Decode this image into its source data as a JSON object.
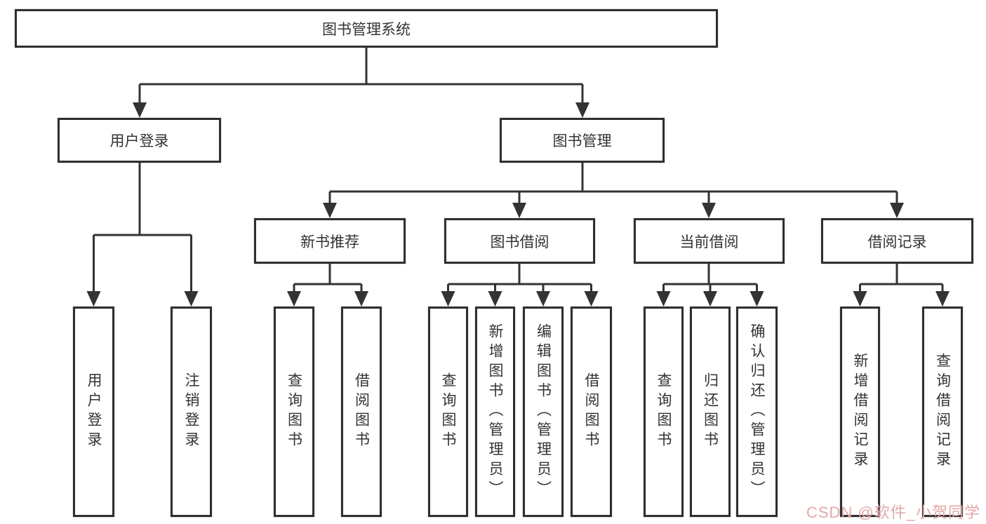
{
  "diagram": {
    "title": "图书管理系统",
    "root": {
      "label": "图书管理系统"
    },
    "level2": [
      {
        "label": "用户登录"
      },
      {
        "label": "图书管理"
      }
    ],
    "level3": [
      {
        "label": "新书推荐"
      },
      {
        "label": "图书借阅"
      },
      {
        "label": "当前借阅"
      },
      {
        "label": "借阅记录"
      }
    ],
    "leaves": {
      "login": [
        "用户登录",
        "注销登录"
      ],
      "newbook": [
        "查询图书",
        "借阅图书"
      ],
      "borrow": [
        "查询图书",
        "新增图书（管理员）",
        "编辑图书（管理员）",
        "借阅图书"
      ],
      "current": [
        "查询图书",
        "归还图书",
        "确认归还（管理员）"
      ],
      "records": [
        "新增借阅记录",
        "查询借阅记录"
      ]
    }
  },
  "watermark": {
    "text": "CSDN @软件_小贺同学",
    "color": "#e3a8a8"
  },
  "colors": {
    "line": "#333333",
    "box_border": "#2f2f2f",
    "text": "#333333",
    "background": "#ffffff"
  }
}
